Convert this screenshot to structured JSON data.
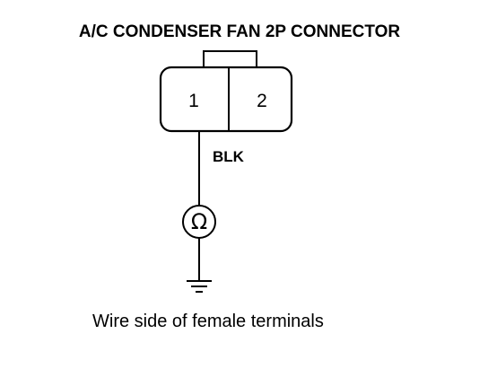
{
  "diagram": {
    "title": "A/C CONDENSER FAN 2P CONNECTOR",
    "connector": {
      "pins": [
        {
          "label": "1"
        },
        {
          "label": "2"
        }
      ]
    },
    "wire": {
      "color_label": "BLK"
    },
    "meter": {
      "symbol": "Ω",
      "icon": "ohmmeter-icon"
    },
    "ground": {
      "icon": "ground-icon"
    },
    "caption": "Wire side of female terminals"
  }
}
